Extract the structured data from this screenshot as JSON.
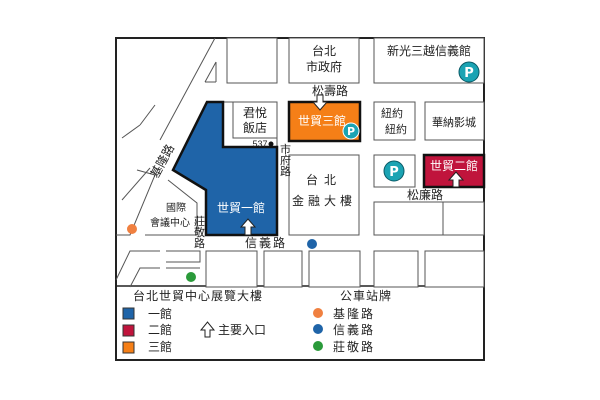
{
  "map": {
    "buildings": {
      "city_hall": [
        "台北",
        "市政府"
      ],
      "shinkong": "新光三越信義館",
      "grand_hyatt": [
        "君悅",
        "飯店"
      ],
      "hall3": "世貿三館",
      "newyork": [
        "紐約",
        "紐約"
      ],
      "warner": "華納影城",
      "taipei101": [
        "台北",
        "金融大樓"
      ],
      "hall2": "世貿二館",
      "hall1": "世貿一館",
      "ticc": [
        "國際",
        "會議中心"
      ]
    },
    "roads": {
      "songshou": "松壽路",
      "shifu": "市府路",
      "songlian": "松廉路",
      "xinyi": "信義路",
      "zhuangjing": "莊敬路",
      "keelung": "基隆路"
    },
    "bus_number": "537",
    "parking_label": "P"
  },
  "legend": {
    "title": "台北世貿中心展覽大樓",
    "halls": [
      {
        "label": "一館",
        "color": "#1f64a8"
      },
      {
        "label": "二館",
        "color": "#c0143c"
      },
      {
        "label": "三館",
        "color": "#f57f17"
      }
    ],
    "entrance": "主要入口",
    "bus_title": "公車站牌",
    "bus_stops": [
      {
        "label": "基隆路",
        "color": "#f08040"
      },
      {
        "label": "信義路",
        "color": "#1f64a8"
      },
      {
        "label": "莊敬路",
        "color": "#2a9a3a"
      }
    ]
  },
  "colors": {
    "parking": "#1ba3b3"
  }
}
